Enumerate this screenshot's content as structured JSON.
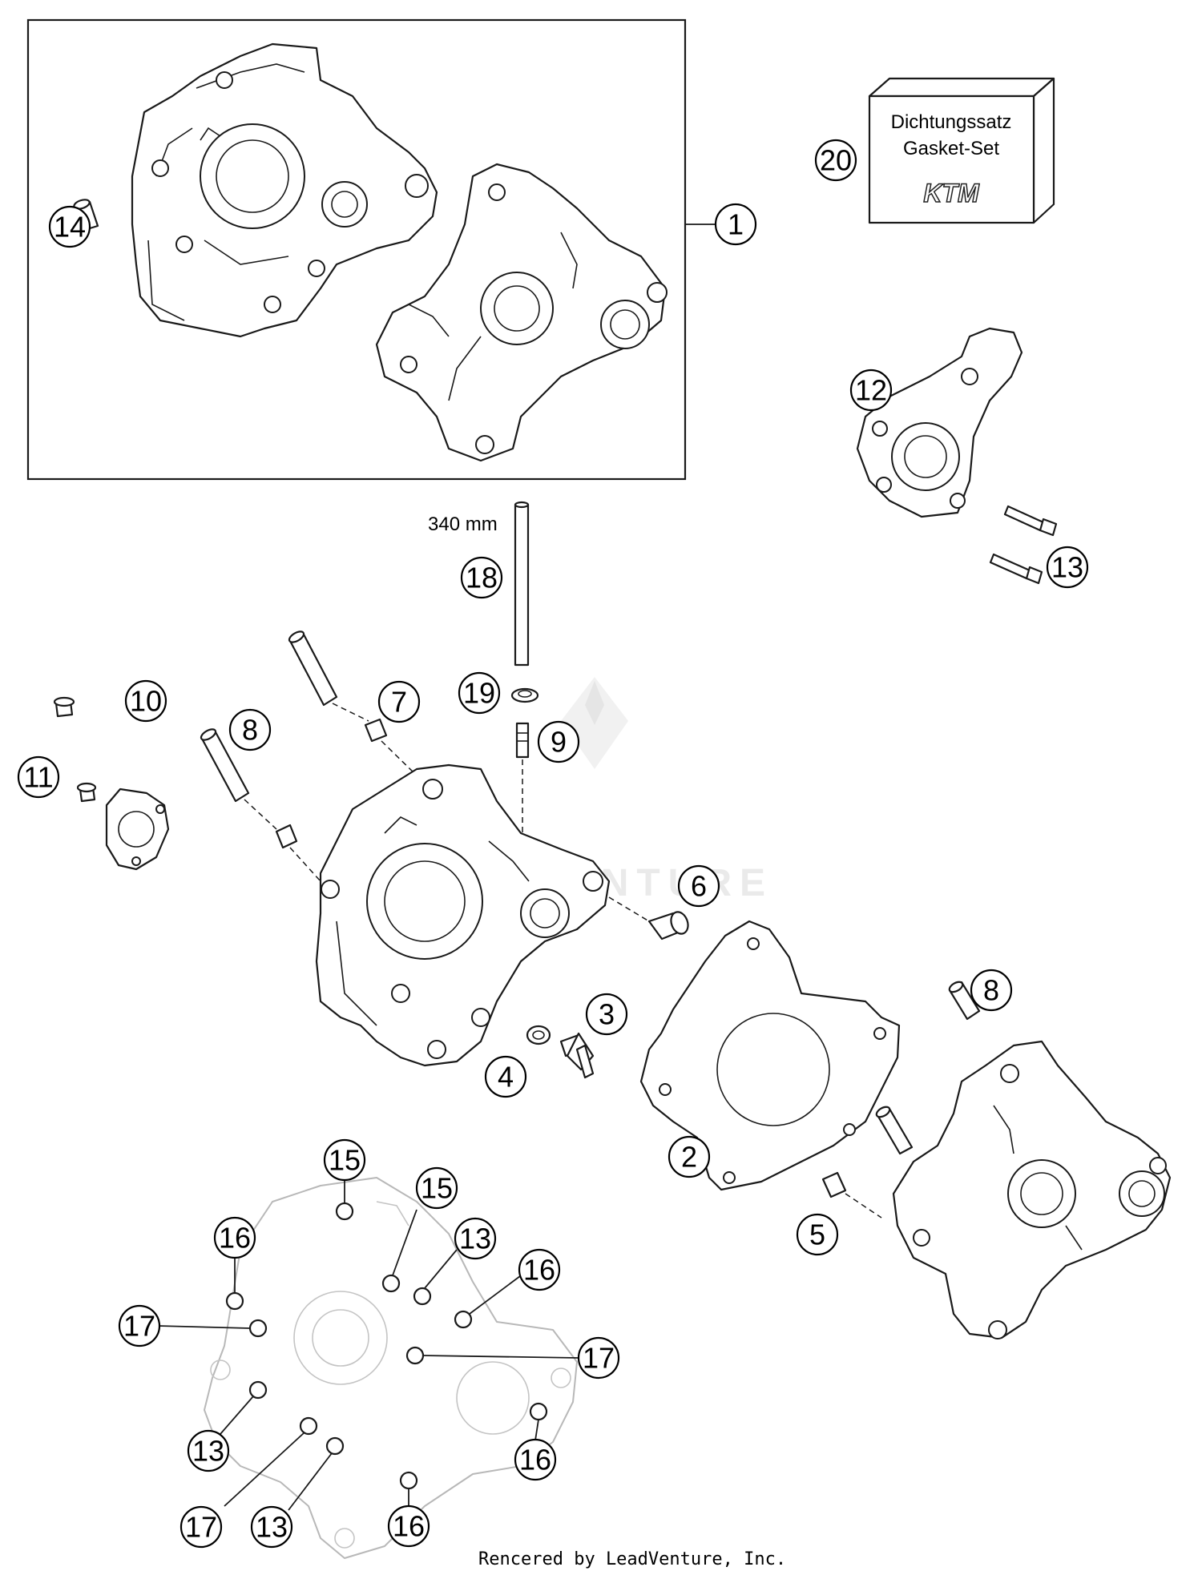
{
  "callouts": [
    {
      "id": "c1",
      "label": "1"
    },
    {
      "id": "c2",
      "label": "2"
    },
    {
      "id": "c3",
      "label": "3"
    },
    {
      "id": "c4",
      "label": "4"
    },
    {
      "id": "c5",
      "label": "5"
    },
    {
      "id": "c6",
      "label": "6"
    },
    {
      "id": "c7",
      "label": "7"
    },
    {
      "id": "c8a",
      "label": "8"
    },
    {
      "id": "c8b",
      "label": "8"
    },
    {
      "id": "c9",
      "label": "9"
    },
    {
      "id": "c10",
      "label": "10"
    },
    {
      "id": "c11",
      "label": "11"
    },
    {
      "id": "c12",
      "label": "12"
    },
    {
      "id": "c13a",
      "label": "13"
    },
    {
      "id": "c13b",
      "label": "13"
    },
    {
      "id": "c13c",
      "label": "13"
    },
    {
      "id": "c13d",
      "label": "13"
    },
    {
      "id": "c14",
      "label": "14"
    },
    {
      "id": "c15a",
      "label": "15"
    },
    {
      "id": "c15b",
      "label": "15"
    },
    {
      "id": "c16a",
      "label": "16"
    },
    {
      "id": "c16b",
      "label": "16"
    },
    {
      "id": "c16c",
      "label": "16"
    },
    {
      "id": "c16d",
      "label": "16"
    },
    {
      "id": "c17a",
      "label": "17"
    },
    {
      "id": "c17b",
      "label": "17"
    },
    {
      "id": "c17c",
      "label": "17"
    },
    {
      "id": "c18",
      "label": "18"
    },
    {
      "id": "c19",
      "label": "19"
    },
    {
      "id": "c20",
      "label": "20"
    }
  ],
  "gasket_box": {
    "line1": "Dichtungssatz",
    "line2": "Gasket-Set",
    "logo": "KTM"
  },
  "dimension_label": "340 mm",
  "watermark": "LEADVENTURE",
  "footer": "Rencered by LeadVenture, Inc."
}
